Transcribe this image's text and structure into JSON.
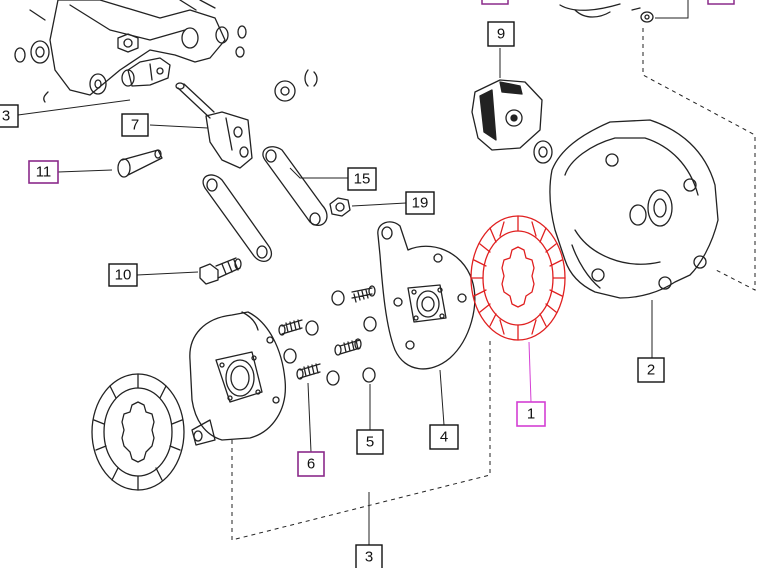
{
  "colors": {
    "line": "#222222",
    "highlight": "#e02020",
    "box_black": "#111111",
    "box_purple": "#8a2a8a",
    "box_magenta": "#d43fd4"
  },
  "callouts": {
    "c1": "1",
    "c2": "2",
    "c3_top": "3",
    "c3_bottom": "3",
    "c4": "4",
    "c5": "5",
    "c6": "6",
    "c7": "7",
    "c9": "9",
    "c10": "10",
    "c11": "11",
    "c15": "15",
    "c19": "19"
  },
  "highlighted_part": "1"
}
